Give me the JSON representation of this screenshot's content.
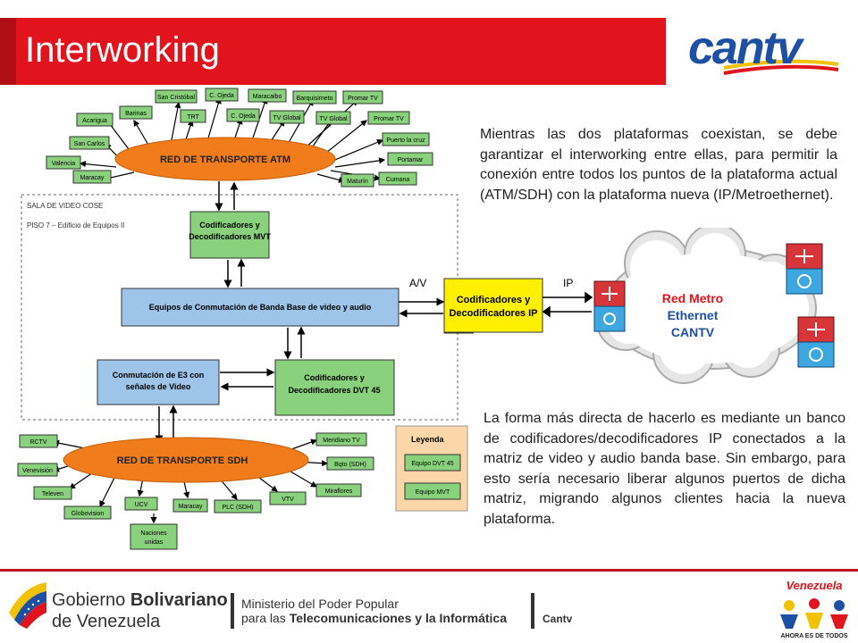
{
  "header": {
    "title": "Interworking",
    "logo_text": "cantv"
  },
  "diagram": {
    "atm_ring": "RED DE TRANSPORTE ATM",
    "atm_nodes": [
      "San Cristóbal",
      "C. Ojeda",
      "Maracaibo",
      "Barquisimeto",
      "Promar TV",
      "Barinas",
      "TRT",
      "C. Ojeda",
      "TV Global",
      "TV Global",
      "Promar TV",
      "Acarigua",
      "Puerto la cruz",
      "San Carlos",
      "Portamar",
      "Valencia",
      "Maracay",
      "Maturín",
      "Cumana"
    ],
    "sala_line1": "SALA DE VIDEO COSE",
    "sala_line2": "PISO 7 – Edificio de Equipos II",
    "mvt_box": [
      "Codificadores y",
      "Decodificadores MVT"
    ],
    "switch_box": "Equipos de Conmutación de Banda Base de video y audio",
    "ip_box": [
      "Codificadores y",
      "Decodificadores IP"
    ],
    "e3_box": [
      "Conmutación de E3 con",
      "señales de Video"
    ],
    "dvt_box": [
      "Codificadores y",
      "Decodificadores DVT 45"
    ],
    "av_label": "A/V",
    "ip_label": "IP",
    "cloud_text": [
      "Red Metro",
      "Ethernet",
      "CANTV"
    ],
    "sdh_ring": "RED DE TRANSPORTE SDH",
    "sdh_nodes": [
      "RCTV",
      "Venevisión",
      "Televen",
      "Globovision",
      "UCV",
      "Maracay",
      "PLC (SDH)",
      "VTV",
      "Meridiano TV",
      "Bqto (SDH)",
      "Miraflores"
    ],
    "naciones": [
      "Naciones",
      "unidas"
    ],
    "legend_title": "Leyenda",
    "legend_items": [
      "Equipo DVT 45",
      "Equipo MVT"
    ]
  },
  "body": {
    "paragraph1": "Mientras las dos plataformas coexistan, se debe garantizar el interworking entre ellas, para permitir la conexión entre todos los puntos de la plataforma actual (ATM/SDH) con la plataforma nueva (IP/Metroethernet).",
    "paragraph2": "La forma más directa de hacerlo es mediante un banco de codificadores/decodificadores IP conectados a la matriz de video y audio banda base. Sin embargo, para esto sería necesario liberar algunos puertos de dicha matriz, migrando algunos clientes hacia la nueva plataforma."
  },
  "footer": {
    "gob_line1_a": "Gobierno ",
    "gob_line1_b": "Bolivariano",
    "gob_line2": "de Venezuela",
    "ministerio_line1": "Ministerio del Poder Popular",
    "ministerio_line2_a": "para las ",
    "ministerio_line2_b": "Telecomunicaciones y la Informática",
    "cantv": "Cantv",
    "venezuela_logo_top": "Venezuela",
    "venezuela_logo_bottom": "AHORA ES DE TODOS"
  },
  "colors": {
    "red": "#e1131c",
    "orange": "#f07c1c",
    "green_box": "#8ad17e",
    "blue_box": "#9ec4ea",
    "yellow_box": "#ffef00"
  }
}
